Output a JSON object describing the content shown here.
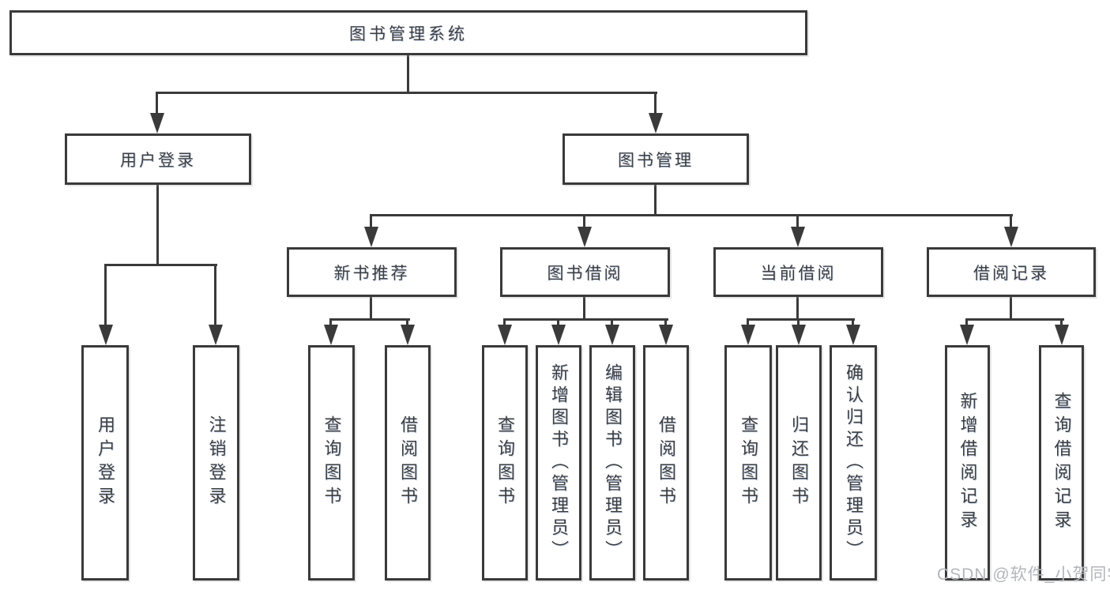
{
  "title": "图书管理系统",
  "branches": {
    "user_login": {
      "label": "用户登录",
      "children": [
        {
          "label": "用户登录"
        },
        {
          "label": "注销登录"
        }
      ]
    },
    "book_mgmt": {
      "label": "图书管理",
      "children": [
        {
          "label": "新书推荐",
          "children": [
            {
              "label": "查询图书"
            },
            {
              "label": "借阅图书"
            }
          ]
        },
        {
          "label": "图书借阅",
          "children": [
            {
              "label": "查询图书"
            },
            {
              "label": "新增图书（管理员）"
            },
            {
              "label": "编辑图书（管理员）"
            },
            {
              "label": "借阅图书"
            }
          ]
        },
        {
          "label": "当前借阅",
          "children": [
            {
              "label": "查询图书"
            },
            {
              "label": "归还图书"
            },
            {
              "label": "确认归还（管理员）"
            }
          ]
        },
        {
          "label": "借阅记录",
          "children": [
            {
              "label": "新增借阅记录"
            },
            {
              "label": "查询借阅记录"
            }
          ]
        }
      ]
    }
  },
  "watermark": "CSDN @软件_小贺同学",
  "colors": {
    "line": "#3a3a3a",
    "text": "#3e3e3e",
    "watermark": "#b3b6bb",
    "background": "#ffffff"
  }
}
